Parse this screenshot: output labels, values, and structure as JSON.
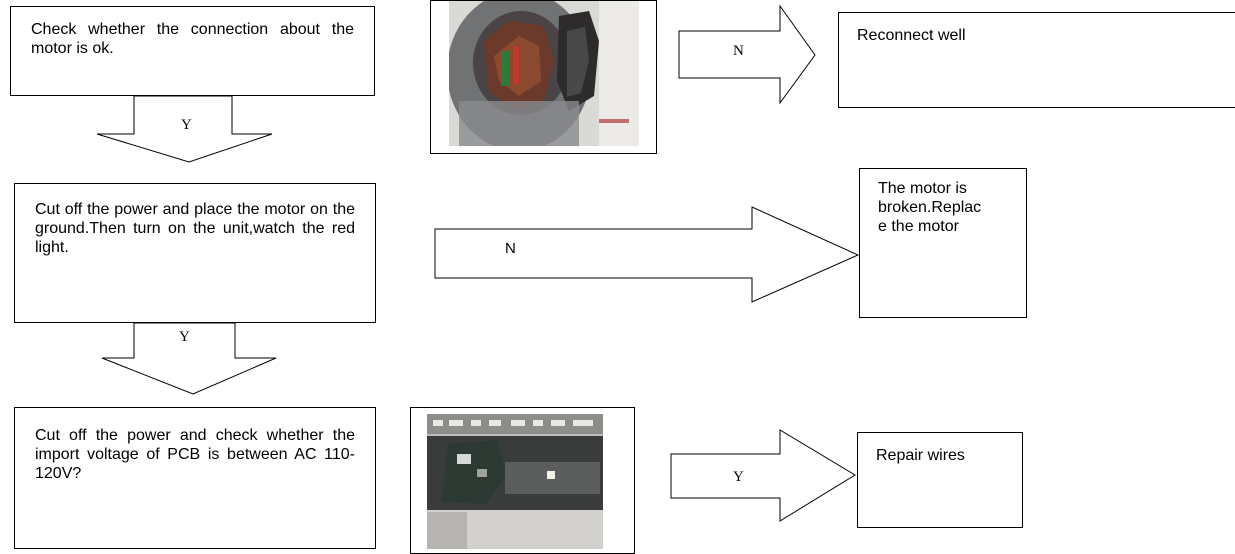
{
  "steps": {
    "check_connection": "Check whether the connection about the motor is ok.",
    "cut_power_place": "Cut off the power and place the motor on the ground.Then turn on the unit,watch the red light.",
    "check_voltage": "Cut off the power and check whether the import voltage of PCB is between AC 110-120V?"
  },
  "outcomes": {
    "reconnect": "Reconnect well",
    "replace_motor": "The motor is broken.Replac e the motor",
    "repair_wires": "Repair wires"
  },
  "arrow_labels": {
    "down1": "Y",
    "down2": "Y",
    "right1": "N",
    "right2": "N",
    "right3": "Y"
  },
  "images": {
    "motor_photo": "motor-photo",
    "pcb_photo": "pcb-board-photo"
  }
}
